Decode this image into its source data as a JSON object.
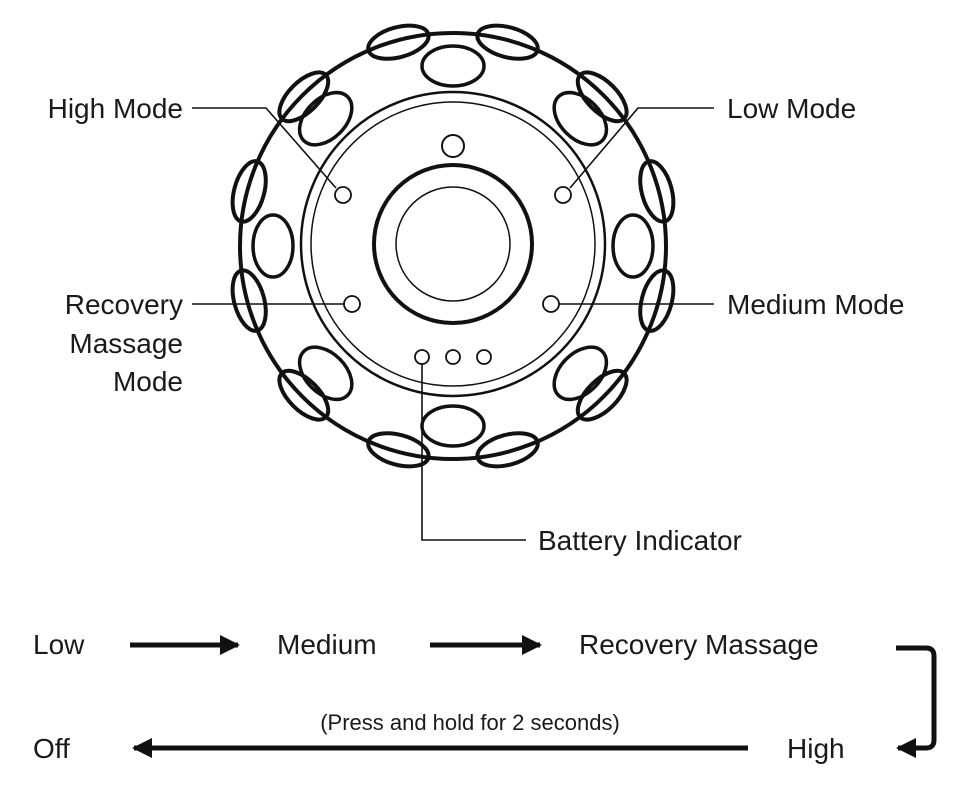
{
  "labels": {
    "high_mode": "High Mode",
    "low_mode": "Low Mode",
    "recovery_massage_mode": [
      "Recovery",
      "Massage",
      "Mode"
    ],
    "medium_mode": "Medium Mode",
    "battery_indicator": "Battery Indicator"
  },
  "sequence": {
    "low": "Low",
    "medium": "Medium",
    "recovery_massage": "Recovery Massage",
    "high": "High",
    "off": "Off",
    "hold_note": "(Press and hold for 2 seconds)"
  },
  "colors": {
    "line": "#111111",
    "background": "#ffffff"
  }
}
